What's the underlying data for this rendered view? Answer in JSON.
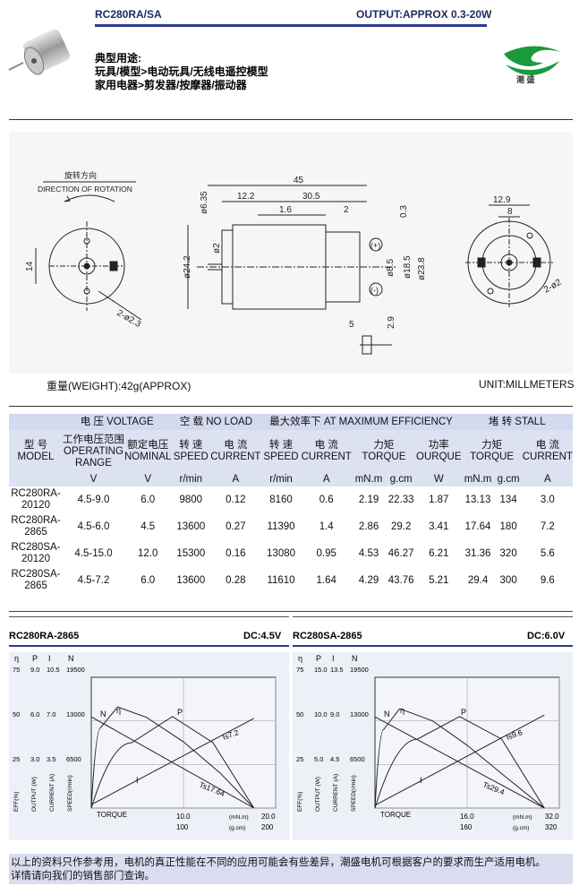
{
  "header": {
    "model": "RC280RA/SA",
    "output": "OUTPUT:APPROX 0.3-20W",
    "logo_text": "潮 盛"
  },
  "usage": {
    "title": "典型用途:",
    "line1": "玩具/模型>电动玩具/无线电遥控模型",
    "line2": "家用电器>剪发器/按摩器/振动器"
  },
  "drawing": {
    "rotation_cn": "旋转方向",
    "rotation_en": "DIRECTION OF ROTATION",
    "dims": {
      "d45": "45",
      "d12_2": "12.2",
      "d30_5": "30.5",
      "d1_6": "1.6",
      "d2": "2",
      "d0_3": "0.3",
      "d6_35": "ø6.35",
      "d2b": "ø2",
      "d24_2": "ø24.2",
      "d8_5": "ø8.5",
      "d18_5": "ø18.5",
      "d23_8": "ø23.8",
      "d14": "14",
      "d2_2_3": "2-ø2.3",
      "d12_9": "12.9",
      "d8": "8",
      "d2_2": "2-ø2",
      "d5": "5",
      "d2_9": "2.9",
      "plus": "(+)",
      "minus": "(-)"
    }
  },
  "weight": "重量(WEIGHT):42g(APPROX)",
  "unit": "UNIT:MILLMETERS",
  "table": {
    "group_headers": {
      "voltage": "电 压 VOLTAGE",
      "no_load": "空 载 NO LOAD",
      "max_eff": "最大效率下 AT MAXIMUM EFFICIENCY",
      "stall": "堵 转 STALL"
    },
    "col_headers": {
      "model": "型 号\nMODEL",
      "operating": "工作电压范围\nOPERATING\nRANGE",
      "nominal": "额定电压\nNOMINAL",
      "speed1": "转 速\nSPEED",
      "current1": "电 流\nCURRENT",
      "speed2": "转 速\nSPEED",
      "current2": "电 流\nCURRENT",
      "torque1": "力矩\nTORQUE",
      "output": "功率\nOURQUE",
      "torque2": "力矩\nTORQUE",
      "current3": "电 流\nCURRENT"
    },
    "units": [
      "V",
      "V",
      "r/min",
      "A",
      "r/min",
      "A",
      "mN.m",
      "g.cm",
      "W",
      "mN.m",
      "g.cm",
      "A"
    ],
    "rows": [
      {
        "model": "RC280RA-\n20120",
        "cells": [
          "4.5-9.0",
          "6.0",
          "9800",
          "0.12",
          "8160",
          "0.6",
          "2.19",
          "22.33",
          "1.87",
          "13.13",
          "134",
          "3.0"
        ]
      },
      {
        "model": "RC280RA-\n2865",
        "cells": [
          "4.5-6.0",
          "4.5",
          "13600",
          "0.27",
          "11390",
          "1.4",
          "2.86",
          "29.2",
          "3.41",
          "17.64",
          "180",
          "7.2"
        ]
      },
      {
        "model": "RC280SA-\n20120",
        "cells": [
          "4.5-15.0",
          "12.0",
          "15300",
          "0.16",
          "13080",
          "0.95",
          "4.53",
          "46.27",
          "6.21",
          "31.36",
          "320",
          "5.6"
        ]
      },
      {
        "model": "RC280SA-\n2865",
        "cells": [
          "4.5-7.2",
          "6.0",
          "13600",
          "0.28",
          "11610",
          "1.64",
          "4.29",
          "43.76",
          "5.21",
          "29.4",
          "300",
          "9.6"
        ]
      }
    ]
  },
  "chart_data": [
    {
      "type": "line",
      "title": "RC280RA-2865",
      "voltage": "DC:4.5V",
      "header_cols": [
        "η",
        "P",
        "I",
        "N"
      ],
      "y_ticks": {
        "eta": [
          "75",
          "50",
          "25"
        ],
        "p": [
          "9.0",
          "6.0",
          "3.0"
        ],
        "i": [
          "10.5",
          "7.0",
          "3.5"
        ],
        "n": [
          "19500",
          "13000",
          "6500"
        ]
      },
      "y_axis_labels": [
        "EFF(%)",
        "OUTPUT (W)",
        "CURRENT (A)",
        "SPEED(r/min)"
      ],
      "xlabel": "TORQUE",
      "x_ticks": {
        "mNm": [
          "10.0",
          "20.0"
        ],
        "gcm": [
          "100",
          "200"
        ]
      },
      "x_units": [
        "(mN.m)",
        "(g.cm)"
      ],
      "xlim": [
        0,
        20
      ],
      "curve_labels": {
        "n": "N",
        "eta": "η",
        "p": "P",
        "i": "I",
        "stall_torque": "Ts17.64",
        "stall_current": "Is7.2"
      },
      "series": [
        {
          "name": "N",
          "points": [
            [
              0,
              13600
            ],
            [
              17.64,
              0
            ]
          ]
        },
        {
          "name": "I",
          "points": [
            [
              0,
              0.27
            ],
            [
              17.64,
              7.2
            ]
          ]
        },
        {
          "name": "P",
          "points": [
            [
              0,
              0
            ],
            [
              4.4,
              4.5
            ],
            [
              8.8,
              6.3
            ],
            [
              13.2,
              4.5
            ],
            [
              17.64,
              0
            ]
          ]
        },
        {
          "name": "η",
          "points": [
            [
              0,
              0
            ],
            [
              1,
              46
            ],
            [
              2.86,
              58
            ],
            [
              6,
              52
            ],
            [
              10,
              38
            ],
            [
              14,
              20
            ],
            [
              17.64,
              0
            ]
          ]
        }
      ]
    },
    {
      "type": "line",
      "title": "RC280SA-2865",
      "voltage": "DC:6.0V",
      "header_cols": [
        "η",
        "P",
        "I",
        "N"
      ],
      "y_ticks": {
        "eta": [
          "75",
          "50",
          "25"
        ],
        "p": [
          "15.0",
          "10.0",
          "5.0"
        ],
        "i": [
          "13.5",
          "9.0",
          "4.5"
        ],
        "n": [
          "19500",
          "13000",
          "6500"
        ]
      },
      "y_axis_labels": [
        "EFF(%)",
        "OUTPUT (W)",
        "CURRENT (A)",
        "SPEED(r/min)"
      ],
      "xlabel": "TORQUE",
      "x_ticks": {
        "mNm": [
          "16.0",
          "32.0"
        ],
        "gcm": [
          "160",
          "320"
        ]
      },
      "x_units": [
        "(mN.m)",
        "(g.cm)"
      ],
      "xlim": [
        0,
        32
      ],
      "curve_labels": {
        "n": "N",
        "eta": "η",
        "p": "P",
        "i": "I",
        "stall_torque": "Ts29.4",
        "stall_current": "Is9.6"
      },
      "series": [
        {
          "name": "N",
          "points": [
            [
              0,
              13600
            ],
            [
              29.4,
              0
            ]
          ]
        },
        {
          "name": "I",
          "points": [
            [
              0,
              0.28
            ],
            [
              29.4,
              9.6
            ]
          ]
        },
        {
          "name": "P",
          "points": [
            [
              0,
              0
            ],
            [
              7.35,
              7.9
            ],
            [
              14.7,
              10.5
            ],
            [
              22,
              7.9
            ],
            [
              29.4,
              0
            ]
          ]
        },
        {
          "name": "η",
          "points": [
            [
              0,
              0
            ],
            [
              1.5,
              45
            ],
            [
              4.29,
              57
            ],
            [
              10,
              50
            ],
            [
              16,
              36
            ],
            [
              23,
              17
            ],
            [
              29.4,
              0
            ]
          ]
        }
      ]
    }
  ],
  "footer": {
    "line1": "以上的资料只作参考用，电机的真正性能在不同的应用可能会有些差异，潮盛电机可根据客户的要求而生产适用电机。",
    "line2": "详情请向我们的销售部门查询。"
  }
}
